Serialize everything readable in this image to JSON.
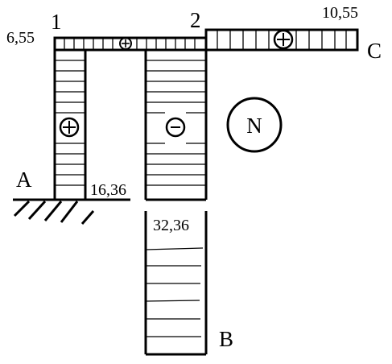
{
  "nodes": {
    "node_1": "1",
    "node_2": "2"
  },
  "supports": {
    "a": "A",
    "b": "B",
    "c": "C"
  },
  "values": {
    "top_left": "6,55",
    "top_right": "10,55",
    "column_base": "16,36",
    "lower_top": "32,36"
  },
  "signs": {
    "plus": "+",
    "minus": "-"
  },
  "force_symbol": "N"
}
